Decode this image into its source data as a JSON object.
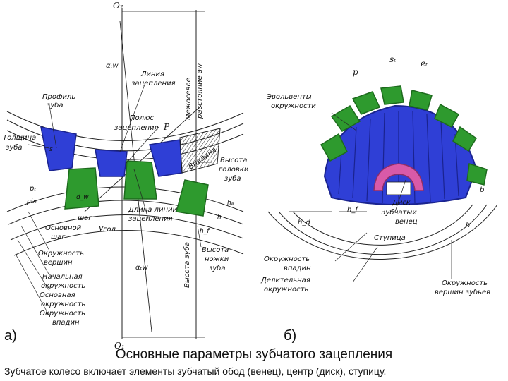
{
  "caption": {
    "title": "Основные параметры зубчатого зацепления",
    "text": "Зубчатое колесо включает элементы зубчатый обод (венец), центр (диск), ступицу."
  },
  "panel_a": {
    "label": "а)",
    "symbols": {
      "top": "O₂",
      "bottom": "O₁",
      "pole": "P",
      "alpha_top": "αₜw",
      "alpha_bottom": "αₜw",
      "pt": "pₜ",
      "pbt": "pbₜ",
      "hf": "h_f",
      "ha": "hₐ",
      "h": "h",
      "dw": "d_w",
      "s": "s"
    },
    "labels": {
      "tooth_profile": [
        "Профиль",
        "зуба"
      ],
      "tooth_thickness": [
        "Толщина",
        "зуба"
      ],
      "line_of_action": [
        "Линия",
        "зацепления"
      ],
      "pitch_point": [
        "Полюс",
        "зацепления"
      ],
      "center_distance": [
        "Межосевое",
        "расстояние aw"
      ],
      "cavity": "Впадина",
      "addendum": [
        "Высота",
        "головки",
        "зуба"
      ],
      "pitch": "шаг",
      "base_pitch": [
        "Основной",
        "шаг"
      ],
      "angle": "Угол",
      "line_length": [
        "Длина линии",
        "зацепления"
      ],
      "tooth_height": "Высота зуба",
      "dedendum": [
        "Высота",
        "ножки",
        "зуба"
      ],
      "circles": [
        "Окружность",
        "вершин",
        "Начальная",
        "окружность",
        "Основная",
        "окружность",
        "Окружность",
        "впадин"
      ]
    }
  },
  "panel_b": {
    "label": "б)",
    "symbols": {
      "p": "p",
      "st": "sₜ",
      "et": "eₜ",
      "hd": "h_d",
      "hf": "h_f",
      "h": "h",
      "b": "b"
    },
    "labels": {
      "involutes": [
        "Эвольвенты",
        "окружности"
      ],
      "disk": [
        "Диск",
        "Зубчатый",
        "венец",
        "Ступица"
      ],
      "root_circle": [
        "Окружность",
        "впадин"
      ],
      "pitch_circle": [
        "Делительная",
        "окружность"
      ],
      "tip_circle": [
        "Окружность",
        "вершин зубьев"
      ]
    }
  },
  "colors": {
    "tooth_blue": "#2f3fd6",
    "tooth_blue_dark": "#1a238f",
    "tooth_green": "#2e9a2e",
    "tooth_green_dark": "#1d6a1d",
    "hub_pink": "#d85aa8",
    "ink": "#111111"
  }
}
